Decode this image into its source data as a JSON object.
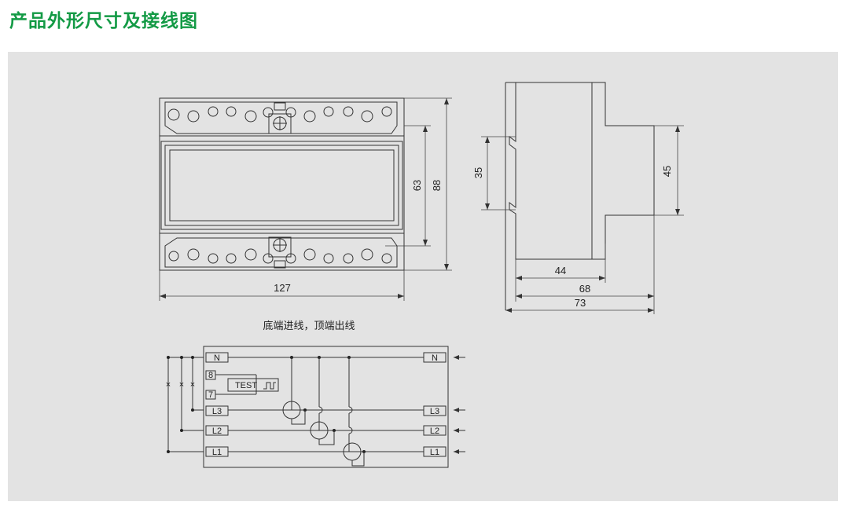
{
  "page": {
    "title": "产品外形尺寸及接线图"
  },
  "front_view": {
    "width_label": "127",
    "inner_height_label": "63",
    "outer_height_label": "88"
  },
  "side_view": {
    "rail_label": "35",
    "body_height_label": "45",
    "dim_44": "44",
    "dim_68": "68",
    "dim_73": "73"
  },
  "wiring": {
    "caption": "底端进线，顶端出线",
    "terminal_n_left": "N",
    "terminal_8": "8",
    "terminal_7": "7",
    "test_label": "TEST",
    "terminal_l3_left": "L3",
    "terminal_l2_left": "L2",
    "terminal_l1_left": "L1",
    "terminal_n_right": "N",
    "terminal_l3_right": "L3",
    "terminal_l2_right": "L2",
    "terminal_l1_right": "L1"
  }
}
